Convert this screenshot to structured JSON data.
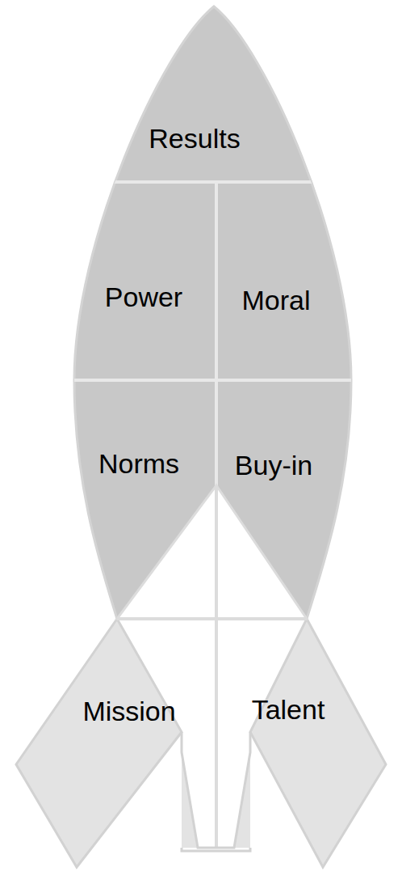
{
  "diagram": {
    "nodes": [
      {
        "text": [
          "Results"
        ]
      },
      {
        "text": [
          "Power"
        ]
      },
      {
        "text": [
          "Moral"
        ]
      },
      {
        "text": [
          "Norms"
        ]
      },
      {
        "text": [
          "Buy-in"
        ]
      },
      {
        "text": [
          "Mission"
        ]
      },
      {
        "text": [
          "Talent"
        ]
      }
    ]
  }
}
